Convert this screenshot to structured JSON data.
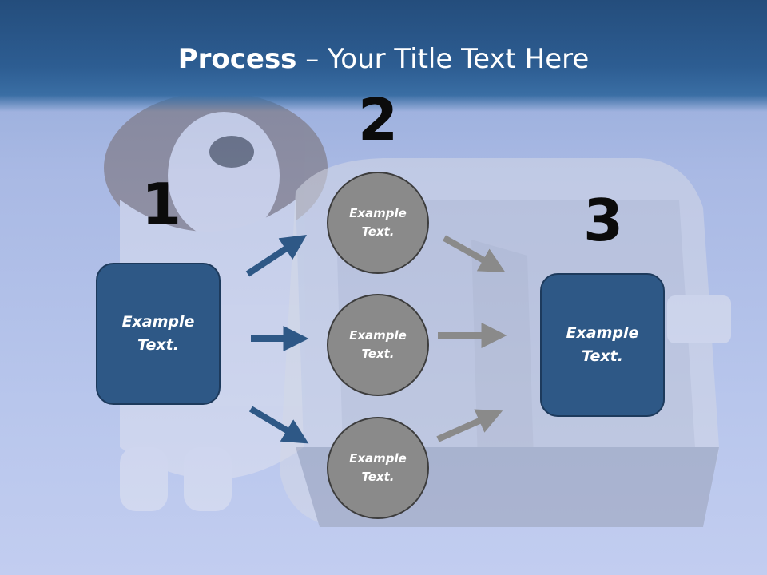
{
  "title": {
    "bold": "Process",
    "rest": " – Your Title Text Here"
  },
  "steps": {
    "one": {
      "number": "1",
      "text": "Example Text."
    },
    "two": {
      "number": "2",
      "items": [
        "Example Text.",
        "Example Text.",
        "Example Text."
      ]
    },
    "three": {
      "number": "3",
      "text": "Example Text."
    }
  },
  "colors": {
    "header": "#2d5d92",
    "box_fill": "#2e5886",
    "circle_fill": "#8a8a8a",
    "arrow_blue": "#2e5886",
    "arrow_gray": "#8a8a8a"
  },
  "background_image": "dog-and-pet-carrier"
}
